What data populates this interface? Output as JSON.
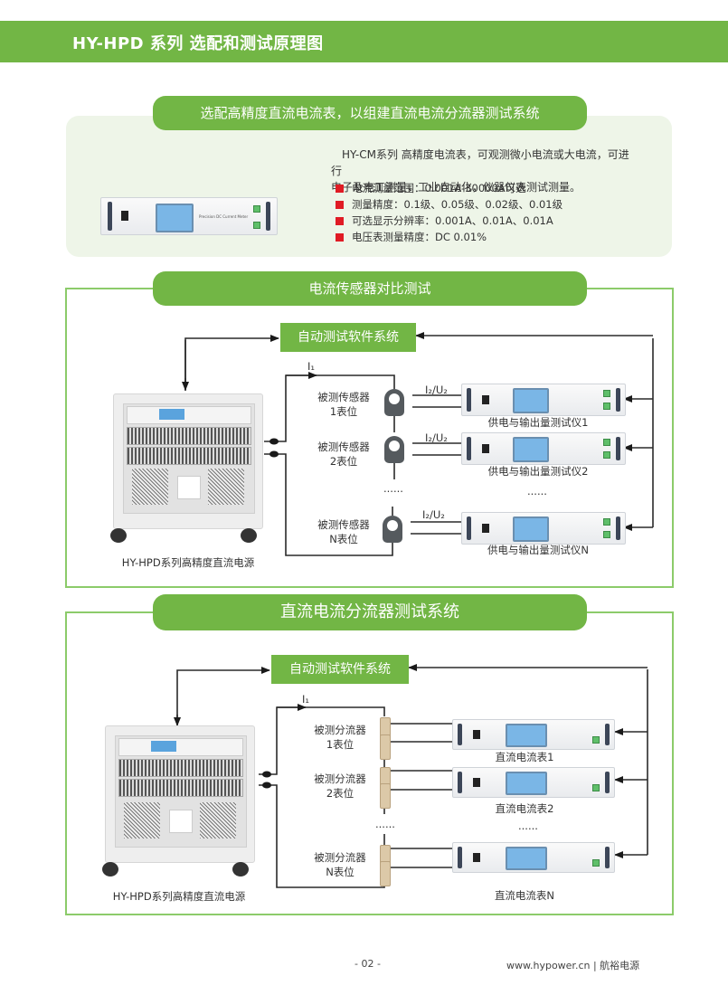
{
  "header": {
    "title": "HY-HPD 系列  选配和测试原理图"
  },
  "section1": {
    "pill": "选配高精度直流电流表，以组建直流电流分流器测试系统",
    "desc_line1": "HY-CM系列 高精度电流表，可观测微小电流或大电流，可进行",
    "desc_line2": "电子及电工测量，工业自动化，仪器仪表测试测量。",
    "bullets": [
      "电流测量范围：0.001A-30000A可选",
      "测量精度：0.1级、0.05级、0.02级、0.01级",
      "可选显示分辨率：0.001A、0.01A、0.01A",
      "电压表测量精度：DC 0.01%"
    ],
    "meter_label": "Precision DC Current Meter"
  },
  "section2": {
    "pill": "电流传感器对比测试",
    "software": "自动测试软件系统",
    "current_label": "I₁",
    "signal_label": "I₂/U₂",
    "dut_labels": [
      {
        "line1": "被测传感器",
        "line2": "1表位"
      },
      {
        "line1": "被测传感器",
        "line2": "2表位"
      },
      {
        "line1": "被测传感器",
        "line2": "N表位"
      }
    ],
    "instruments": [
      "供电与输出量测试仪1",
      "供电与输出量测试仪2",
      "供电与输出量测试仪N"
    ],
    "ellipsis_left": "......",
    "ellipsis_right": "......",
    "power_supply": "HY-HPD系列高精度直流电源"
  },
  "section3": {
    "pill": "直流电流分流器测试系统",
    "software": "自动测试软件系统",
    "current_label": "I₁",
    "dut_labels": [
      {
        "line1": "被测分流器",
        "line2": "1表位"
      },
      {
        "line1": "被测分流器",
        "line2": "2表位"
      },
      {
        "line1": "被测分流器",
        "line2": "N表位"
      }
    ],
    "instruments": [
      "直流电流表1",
      "直流电流表2",
      "直流电流表N"
    ],
    "ellipsis_left": "......",
    "ellipsis_right": "......",
    "power_supply": "HY-HPD系列高精度直流电源"
  },
  "footer": {
    "page": "- 02 -",
    "site": "www.hypower.cn  |  航裕电源"
  },
  "colors": {
    "brand_green": "#72b645",
    "frame_green": "#8ccb6a",
    "panel_bg": "#eef5e8",
    "bullet_red": "#e01b24"
  }
}
